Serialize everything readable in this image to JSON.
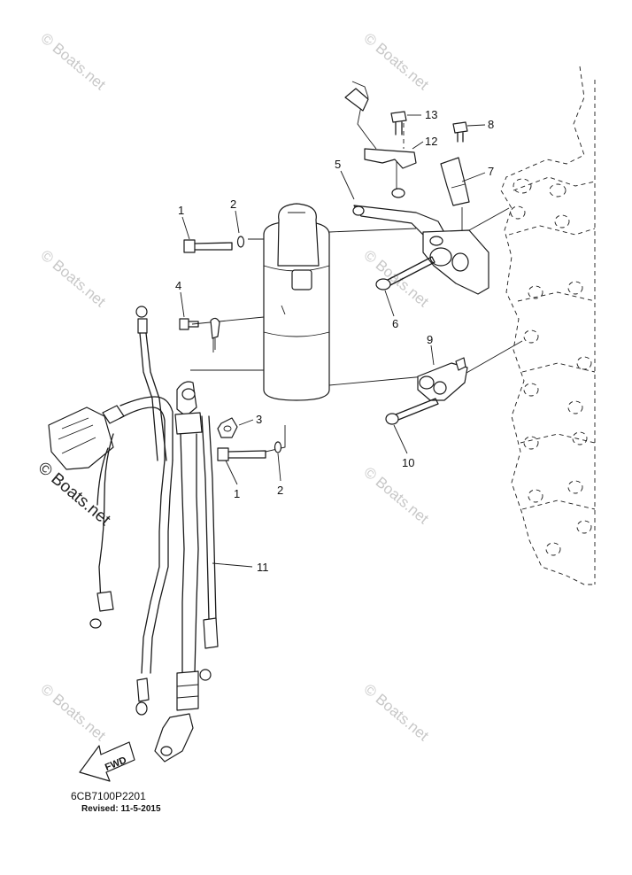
{
  "diagram": {
    "part_code": "6CB7100P2201",
    "revised": "Revised: 11-5-2015",
    "fwd_label": "FWD",
    "watermark": "© Boats.net",
    "callouts": [
      {
        "id": "c1a",
        "label": "1"
      },
      {
        "id": "c2a",
        "label": "2"
      },
      {
        "id": "c4",
        "label": "4"
      },
      {
        "id": "c5",
        "label": "5"
      },
      {
        "id": "c13",
        "label": "13"
      },
      {
        "id": "c12",
        "label": "12"
      },
      {
        "id": "c8",
        "label": "8"
      },
      {
        "id": "c7",
        "label": "7"
      },
      {
        "id": "c6",
        "label": "6"
      },
      {
        "id": "c9",
        "label": "9"
      },
      {
        "id": "c3",
        "label": "3"
      },
      {
        "id": "c1b",
        "label": "1"
      },
      {
        "id": "c2b",
        "label": "2"
      },
      {
        "id": "c10",
        "label": "10"
      },
      {
        "id": "c11",
        "label": "11"
      }
    ]
  }
}
